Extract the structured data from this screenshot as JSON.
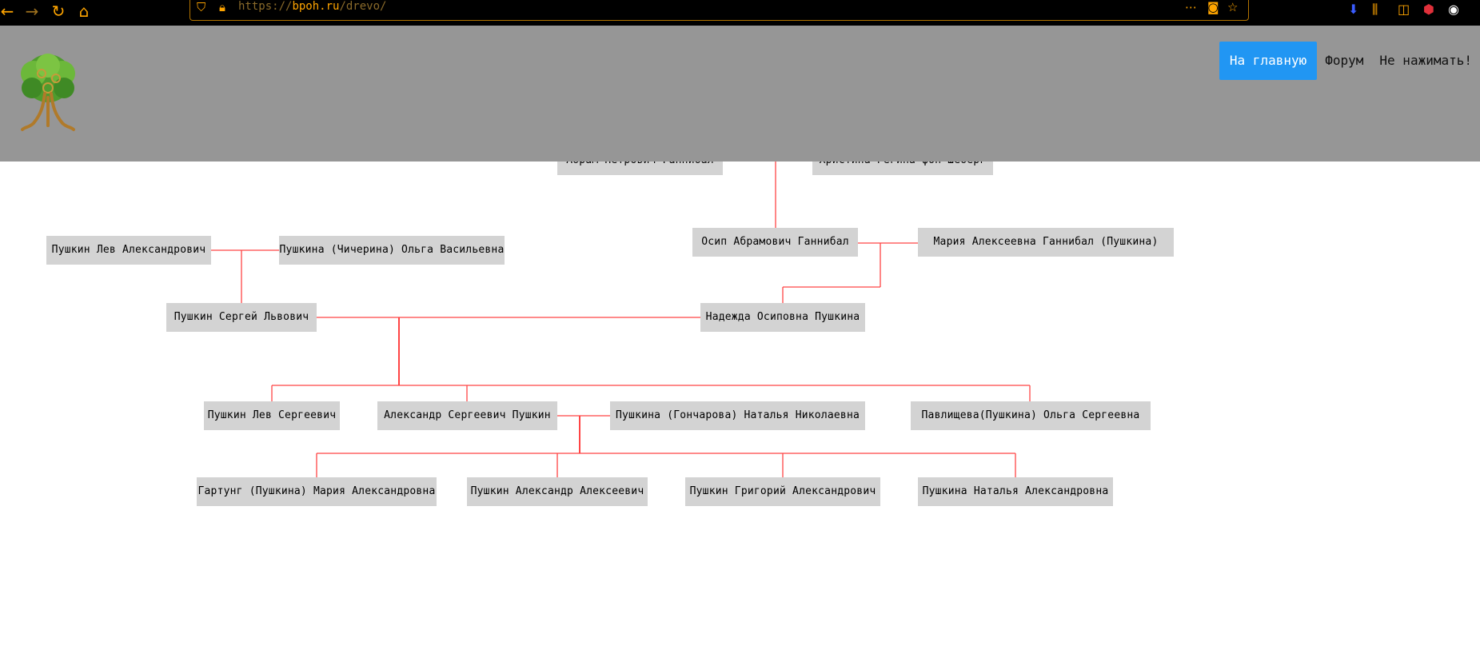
{
  "browser": {
    "url_scheme": "https://",
    "url_host": "bpoh.ru",
    "url_path": "/drevo/",
    "icons": [
      "back-icon",
      "forward-icon",
      "reload-icon",
      "home-icon",
      "shield-icon",
      "lock-icon",
      "more-icon",
      "pocket-icon",
      "star-icon",
      "download-icon",
      "library-icon",
      "sidebar-icon",
      "ublock-icon",
      "extension-icon"
    ]
  },
  "header": {
    "nav": [
      "На главную",
      "Форум",
      "Не нажимать!"
    ],
    "active_index": 0,
    "active_color": "#2196f3",
    "background": "#969696"
  },
  "tree": {
    "line_color": "#ff4444",
    "people": [
      "Абрам Петрович Ганнибал",
      "Христина-Регина фон Шеберг",
      "Пушкин Лев Александрович",
      "Пушкина (Чичерина) Ольга Васильевна",
      "Осип Абрамович Ганнибал",
      "Мария Алексеевна Ганнибал (Пушкина)",
      "Пушкин Сергей Львович",
      "Надежда Осиповна Пушкина",
      "Пушкин Лев Сергеевич",
      "Александр Сергеевич Пушкин",
      "Пушкина (Гончарова) Наталья Николаевна",
      "Павлищева(Пушкина) Ольга Сергеевна",
      "Гартунг (Пушкина) Мария Александровна",
      "Пушкин Александр Алексеевич",
      "Пушкин Григорий Александрович",
      "Пушкина Наталья Александровна"
    ]
  }
}
